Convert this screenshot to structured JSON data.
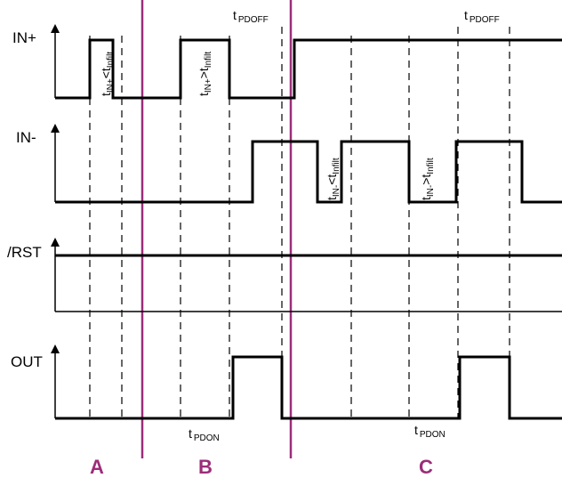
{
  "colors": {
    "region_divider": "#9B2D7A",
    "region_label": "#9B2D7A",
    "waveform": "#000000"
  },
  "signals": [
    {
      "id": "in-plus",
      "label": "IN+"
    },
    {
      "id": "in-minus",
      "label": "IN-"
    },
    {
      "id": "rst",
      "label": "/RST"
    },
    {
      "id": "out",
      "label": "OUT"
    }
  ],
  "regions": [
    {
      "id": "a",
      "label": "A"
    },
    {
      "id": "b",
      "label": "B"
    },
    {
      "id": "c",
      "label": "C"
    }
  ],
  "annotations": {
    "in_plus_short": {
      "base": "t",
      "sub": "IN+",
      "op": "<",
      "base2": "t",
      "sub2": "Infilt"
    },
    "in_plus_long": {
      "base": "t",
      "sub": "IN+",
      "op": ">",
      "base2": "t",
      "sub2": "Infilt"
    },
    "in_minus_short": {
      "base": "t",
      "sub": "IN-",
      "op": "<",
      "base2": "t",
      "sub2": "Infilt"
    },
    "in_minus_long": {
      "base": "t",
      "sub": "IN-",
      "op": ">",
      "base2": "t",
      "sub2": "Infilt"
    },
    "t_pdoff_1": {
      "base": "t",
      "sub": "PDOFF"
    },
    "t_pdoff_2": {
      "base": "t",
      "sub": "PDOFF"
    },
    "t_pdon_1": {
      "base": "t",
      "sub": "PDON"
    },
    "t_pdon_2": {
      "base": "t",
      "sub": "PDON"
    }
  }
}
